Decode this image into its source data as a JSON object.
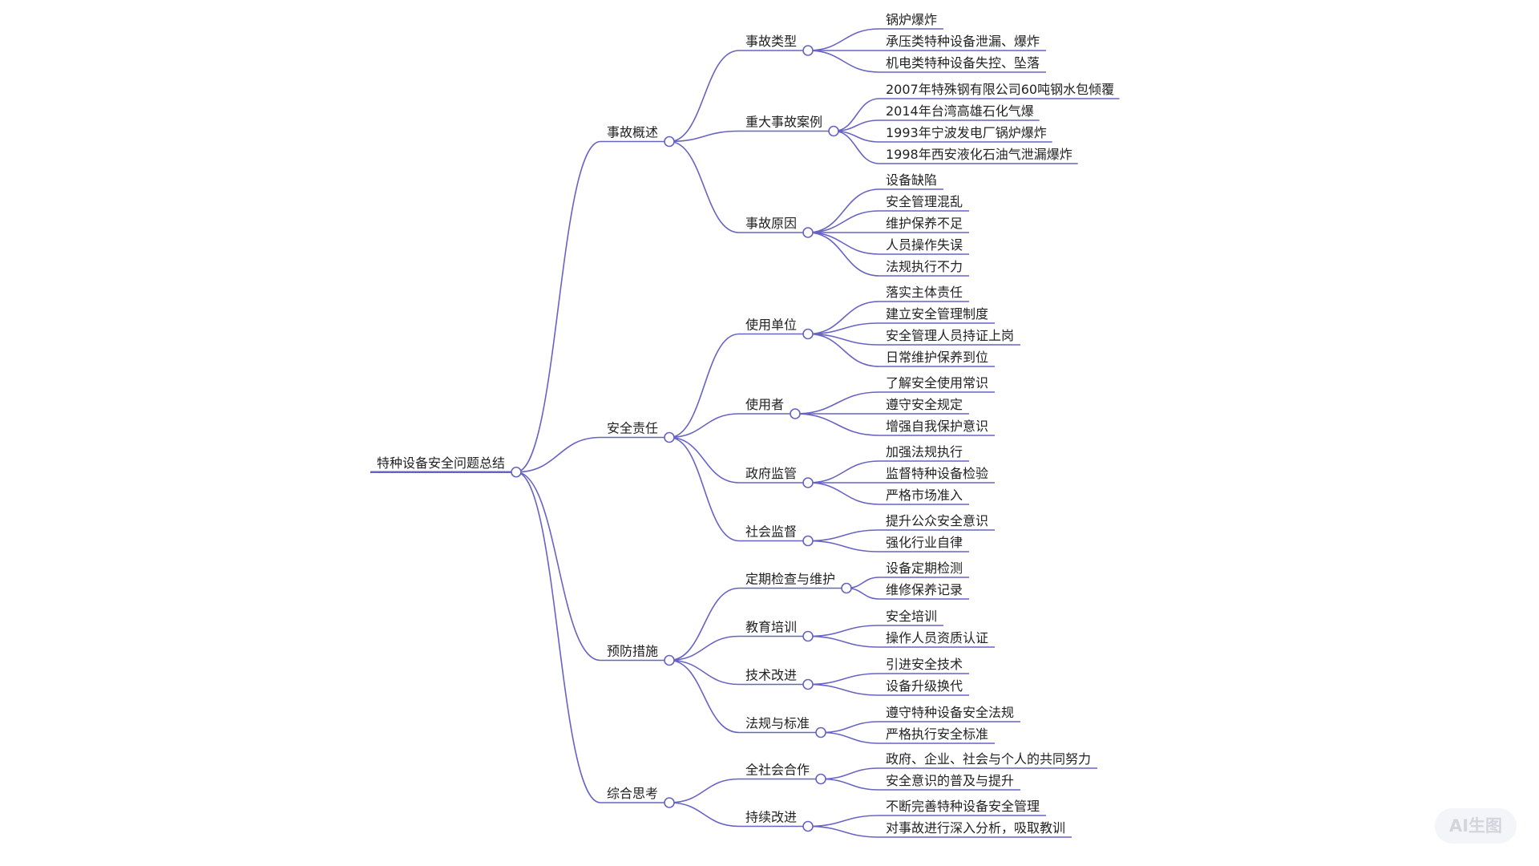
{
  "line_color": "#6763c4",
  "watermark": "AI生图",
  "root": {
    "label": "特种设备安全问题总结",
    "children": [
      {
        "label": "事故概述",
        "children": [
          {
            "label": "事故类型",
            "children": [
              {
                "label": "锅炉爆炸"
              },
              {
                "label": "承压类特种设备泄漏、爆炸"
              },
              {
                "label": "机电类特种设备失控、坠落"
              }
            ]
          },
          {
            "label": "重大事故案例",
            "children": [
              {
                "label": "2007年特殊钢有限公司60吨钢水包倾覆"
              },
              {
                "label": "2014年台湾高雄石化气爆"
              },
              {
                "label": "1993年宁波发电厂锅炉爆炸"
              },
              {
                "label": "1998年西安液化石油气泄漏爆炸"
              }
            ]
          },
          {
            "label": "事故原因",
            "children": [
              {
                "label": "设备缺陷"
              },
              {
                "label": "安全管理混乱"
              },
              {
                "label": "维护保养不足"
              },
              {
                "label": "人员操作失误"
              },
              {
                "label": "法规执行不力"
              }
            ]
          }
        ]
      },
      {
        "label": "安全责任",
        "children": [
          {
            "label": "使用单位",
            "children": [
              {
                "label": "落实主体责任"
              },
              {
                "label": "建立安全管理制度"
              },
              {
                "label": "安全管理人员持证上岗"
              },
              {
                "label": "日常维护保养到位"
              }
            ]
          },
          {
            "label": "使用者",
            "children": [
              {
                "label": "了解安全使用常识"
              },
              {
                "label": "遵守安全规定"
              },
              {
                "label": "增强自我保护意识"
              }
            ]
          },
          {
            "label": "政府监管",
            "children": [
              {
                "label": "加强法规执行"
              },
              {
                "label": "监督特种设备检验"
              },
              {
                "label": "严格市场准入"
              }
            ]
          },
          {
            "label": "社会监督",
            "children": [
              {
                "label": "提升公众安全意识"
              },
              {
                "label": "强化行业自律"
              }
            ]
          }
        ]
      },
      {
        "label": "预防措施",
        "children": [
          {
            "label": "定期检查与维护",
            "children": [
              {
                "label": "设备定期检测"
              },
              {
                "label": "维修保养记录"
              }
            ]
          },
          {
            "label": "教育培训",
            "children": [
              {
                "label": "安全培训"
              },
              {
                "label": "操作人员资质认证"
              }
            ]
          },
          {
            "label": "技术改进",
            "children": [
              {
                "label": "引进安全技术"
              },
              {
                "label": "设备升级换代"
              }
            ]
          },
          {
            "label": "法规与标准",
            "children": [
              {
                "label": "遵守特种设备安全法规"
              },
              {
                "label": "严格执行安全标准"
              }
            ]
          }
        ]
      },
      {
        "label": "综合思考",
        "children": [
          {
            "label": "全社会合作",
            "children": [
              {
                "label": "政府、企业、社会与个人的共同努力"
              },
              {
                "label": "安全意识的普及与提升"
              }
            ]
          },
          {
            "label": "持续改进",
            "children": [
              {
                "label": "不断完善特种设备安全管理"
              },
              {
                "label": "对事故进行深入分析，吸取教训"
              }
            ]
          }
        ]
      }
    ]
  }
}
